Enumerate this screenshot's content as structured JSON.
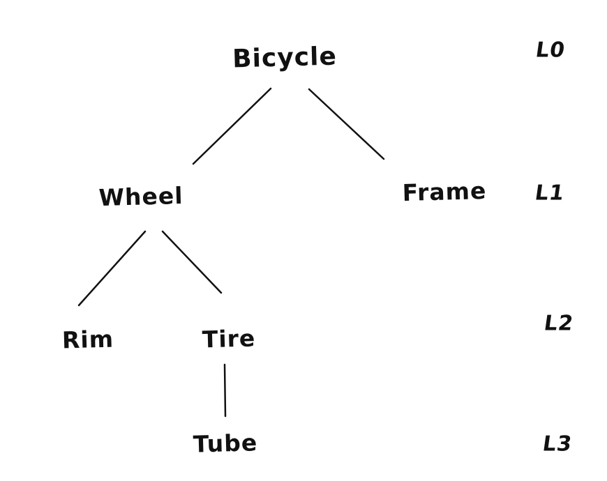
{
  "diagram": {
    "type": "tree",
    "ink_color": "#111111",
    "background_color": "#ffffff",
    "nodes": [
      {
        "id": "bicycle",
        "label": "Bicycle",
        "level": 0
      },
      {
        "id": "wheel",
        "label": "Wheel",
        "level": 1
      },
      {
        "id": "frame",
        "label": "Frame",
        "level": 1
      },
      {
        "id": "rim",
        "label": "Rim",
        "level": 2
      },
      {
        "id": "tire",
        "label": "Tire",
        "level": 2
      },
      {
        "id": "tube",
        "label": "Tube",
        "level": 3
      }
    ],
    "edges": [
      {
        "from": "bicycle",
        "to": "wheel"
      },
      {
        "from": "bicycle",
        "to": "frame"
      },
      {
        "from": "wheel",
        "to": "rim"
      },
      {
        "from": "wheel",
        "to": "tire"
      },
      {
        "from": "tire",
        "to": "tube"
      }
    ],
    "level_labels": [
      {
        "label": "L0"
      },
      {
        "label": "L1"
      },
      {
        "label": "L2"
      },
      {
        "label": "L3"
      }
    ]
  }
}
